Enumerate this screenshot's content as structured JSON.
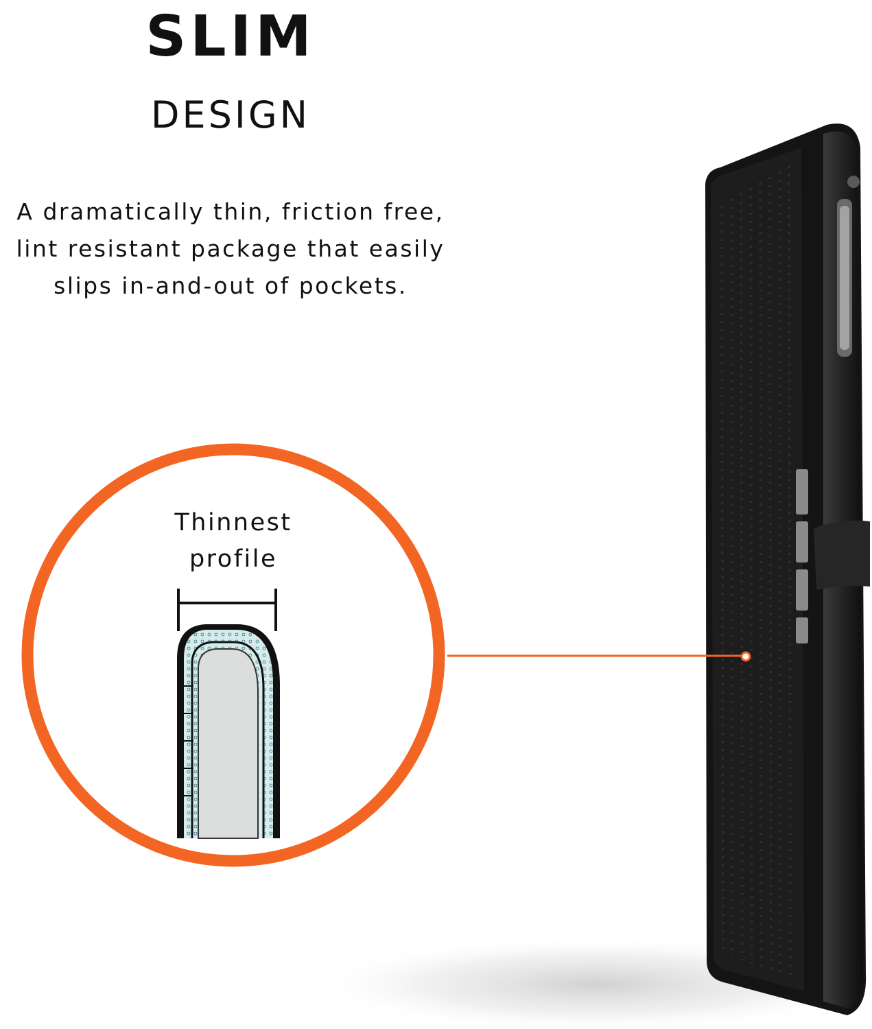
{
  "headline": {
    "title": "SLIM",
    "subtitle": "DESIGN"
  },
  "description": {
    "lines": [
      "A dramatically thin, friction free,",
      "lint resistant package that easily",
      "slips in-and-out of pockets."
    ]
  },
  "callout": {
    "label_lines": [
      "Thinnest",
      "profile"
    ]
  },
  "colors": {
    "accent": "#f26522",
    "text": "#111111",
    "case": "#151515",
    "foam": "#d6ecec",
    "device": "#dcdedd"
  }
}
